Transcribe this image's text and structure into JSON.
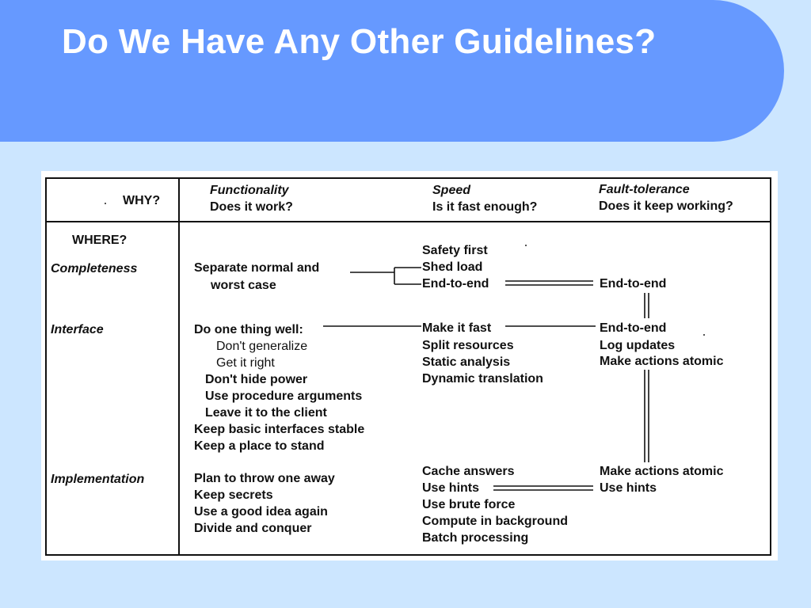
{
  "slide": {
    "title": "Do We Have Any Other Guidelines?"
  },
  "table": {
    "why_label": "WHY?",
    "where_label": "WHERE?",
    "columns": [
      {
        "name": "Functionality",
        "question": "Does it work?"
      },
      {
        "name": "Speed",
        "question": "Is it fast enough?"
      },
      {
        "name": "Fault-tolerance",
        "question": "Does it keep working?"
      }
    ],
    "rows": [
      {
        "name": "Completeness",
        "functionality": [
          "Separate normal and",
          "worst case"
        ],
        "speed": [
          "Safety first",
          "Shed load",
          "End-to-end"
        ],
        "fault_tolerance": [
          "End-to-end"
        ]
      },
      {
        "name": "Interface",
        "functionality": [
          "Do one thing well:",
          "Don't generalize",
          "Get it right",
          "Don't hide power",
          "Use procedure arguments",
          "Leave it to the client",
          "Keep basic interfaces stable",
          "Keep a place to stand"
        ],
        "speed": [
          "Make it fast",
          "Split resources",
          "Static analysis",
          "Dynamic translation"
        ],
        "fault_tolerance": [
          "End-to-end",
          "Log updates",
          "Make actions atomic"
        ]
      },
      {
        "name": "Implementation",
        "functionality": [
          "Plan to throw one away",
          "Keep secrets",
          "Use a good idea again",
          "Divide and conquer"
        ],
        "speed": [
          "Cache answers",
          "Use hints",
          "Use brute force",
          "Compute in background",
          "Batch processing"
        ],
        "fault_tolerance": [
          "Make actions atomic",
          "Use hints"
        ]
      }
    ]
  },
  "colors": {
    "background": "#cce6ff",
    "title_banner": "#6699ff",
    "title_text": "#ffffff",
    "figure_ink": "#111111"
  }
}
